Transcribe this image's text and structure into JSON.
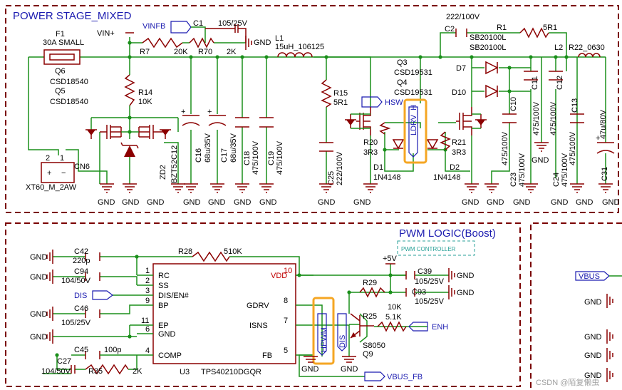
{
  "power_stage": {
    "title": "POWER STAGE_MIXED",
    "f1": {
      "ref": "F1",
      "value": "30A SMALL"
    },
    "vin_plus": "VIN+",
    "vinfb": "VINFB",
    "c1": {
      "ref": "C1",
      "value": "105/25V"
    },
    "gnd": "GND",
    "r7": {
      "ref": "R7",
      "value": "20K"
    },
    "r70": {
      "ref": "R70",
      "value": "2K"
    },
    "l1": {
      "ref": "L1",
      "value": "15uH_106125"
    },
    "q6": {
      "ref": "Q6",
      "value": "CSD18540"
    },
    "q5": {
      "ref": "Q5",
      "value": "CSD18540"
    },
    "r14": {
      "ref": "R14",
      "value": "10K"
    },
    "cn6": {
      "ref": "CN6",
      "value": "XT60_M_2AW",
      "pin1": "1",
      "pin2": "2"
    },
    "zd2": {
      "ref": "ZD2",
      "value": "BZT52C12"
    },
    "c16": {
      "ref": "C16",
      "value": "68u/35V"
    },
    "c17": {
      "ref": "C17",
      "value": "68u/35V"
    },
    "c18": {
      "ref": "C18",
      "value": "475/100V"
    },
    "c19": {
      "ref": "C19",
      "value": "475/100V"
    },
    "r15": {
      "ref": "R15",
      "value": "5R1"
    },
    "c25": {
      "ref": "C25",
      "value": "222/100V"
    },
    "hsw": "HSW",
    "q3": {
      "ref": "Q3",
      "value": "CSD19531"
    },
    "q4": {
      "ref": "Q4",
      "value": "CSD19531"
    },
    "ldrv_h": "LDRV_H",
    "r20": {
      "ref": "R20",
      "value": "3R3"
    },
    "r21": {
      "ref": "R21",
      "value": "3R3"
    },
    "d1": {
      "ref": "D1",
      "value": "1N4148"
    },
    "d2": {
      "ref": "D2",
      "value": "1N4148"
    },
    "c2": {
      "ref": "C2",
      "value": "222/100V"
    },
    "r1": {
      "ref": "R1",
      "value": "5R1"
    },
    "sb1": "SB20100L",
    "sb2": "SB20100L",
    "d7": "D7",
    "d10": "D10",
    "l2": {
      "ref": "L2",
      "value": "R22_0630"
    },
    "c10": {
      "ref": "C10",
      "value": "475/100V"
    },
    "c11": {
      "ref": "C11",
      "value": "475/100V"
    },
    "c12": {
      "ref": "C12",
      "value": "475/100V"
    },
    "c13": {
      "ref": "C13",
      "value": "475/100V"
    },
    "c23": {
      "ref": "C23",
      "value": "475/100V"
    },
    "c24": {
      "ref": "C24",
      "value": "475/100V"
    },
    "c31": {
      "ref": "C31",
      "value": "47u/80V"
    }
  },
  "pwm_logic": {
    "title": "PWM LOGIC(Boost)",
    "controller_label": "PWM CONTROLLER",
    "u3": {
      "ref": "U3",
      "value": "TPS40210DGQR"
    },
    "pins": [
      {
        "num": "1",
        "name": "RC"
      },
      {
        "num": "2",
        "name": "SS"
      },
      {
        "num": "3",
        "name": "DIS/EN#"
      },
      {
        "num": "9",
        "name": "BP"
      },
      {
        "num": "11",
        "name": "EP"
      },
      {
        "num": "6",
        "name": "GND"
      },
      {
        "num": "4",
        "name": "COMP"
      },
      {
        "num": "10",
        "name": "VDD"
      },
      {
        "num": "8",
        "name": "GDRV"
      },
      {
        "num": "7",
        "name": "ISNS"
      },
      {
        "num": "5",
        "name": "FB"
      }
    ],
    "c42": {
      "ref": "C42",
      "value": "220p"
    },
    "c94": {
      "ref": "C94",
      "value": "104/50V"
    },
    "c46": {
      "ref": "C46",
      "value": "105/25V"
    },
    "c45": {
      "ref": "C45",
      "value": "100p"
    },
    "c27": {
      "ref": "C27",
      "value": "104/50V"
    },
    "r35": {
      "ref": "R35",
      "value": "2K"
    },
    "r28": {
      "ref": "R28",
      "value": "510K"
    },
    "plus5v": "+5V",
    "c39": {
      "ref": "C39",
      "value": "105/25V"
    },
    "c93": {
      "ref": "C93",
      "value": "105/25V"
    },
    "r29": {
      "ref": "R29",
      "value": "10K"
    },
    "r25": {
      "ref": "R25",
      "value": "5.1K"
    },
    "q9": {
      "ref": "Q9",
      "value": "S8050"
    },
    "dis": "DIS",
    "hpwm": "HPWM",
    "enh": "ENH",
    "vbus_fb": "VBUS_FB",
    "gnd": "GND"
  },
  "right_block": {
    "vbus": "VBUS",
    "gnd": "GND"
  },
  "watermark": "CSDN @陌复懒虫",
  "colors": {
    "wire": "#1a8f1a",
    "component": "#8b0000",
    "net_label": "#1b1bb0",
    "highlight": "#f5a623",
    "frame": "#7a0000"
  }
}
